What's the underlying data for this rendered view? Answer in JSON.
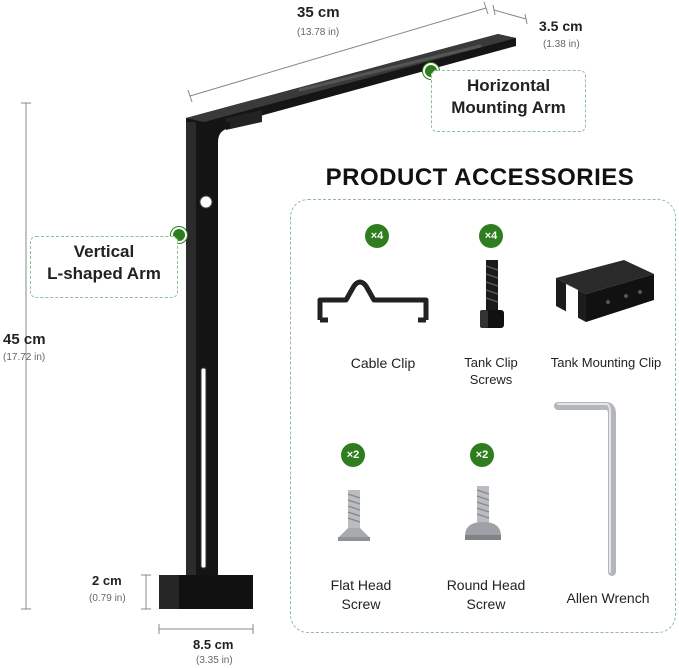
{
  "dimensions": {
    "length": {
      "main": "35 cm",
      "sub": "(13.78 in)"
    },
    "width": {
      "main": "3.5 cm",
      "sub": "(1.38 in)"
    },
    "height": {
      "main": "45 cm",
      "sub": "(17.72 in)"
    },
    "base_height": {
      "main": "2 cm",
      "sub": "(0.79 in)"
    },
    "base_width": {
      "main": "8.5 cm",
      "sub": "(3.35 in)"
    }
  },
  "callouts": {
    "horizontal": {
      "line1": "Horizontal",
      "line2": "Mounting Arm"
    },
    "vertical": {
      "line1": "Vertical",
      "line2": "L-shaped Arm"
    }
  },
  "accessories": {
    "heading": "PRODUCT ACCESSORIES",
    "items": [
      {
        "qty": "×4",
        "line1": "Cable Clip",
        "line2": ""
      },
      {
        "qty": "×4",
        "line1": "Tank Clip",
        "line2": "Screws"
      },
      {
        "qty": "",
        "line1": "Tank Mounting Clip",
        "line2": ""
      },
      {
        "qty": "×2",
        "line1": "Flat Head",
        "line2": "Screw"
      },
      {
        "qty": "×2",
        "line1": "Round Head",
        "line2": "Screw"
      },
      {
        "qty": "",
        "line1": "Allen Wrench",
        "line2": ""
      }
    ]
  },
  "colors": {
    "accent_green": "#2e7d1e",
    "dashed_border": "#8fbf8f",
    "product_black": "#111111"
  }
}
